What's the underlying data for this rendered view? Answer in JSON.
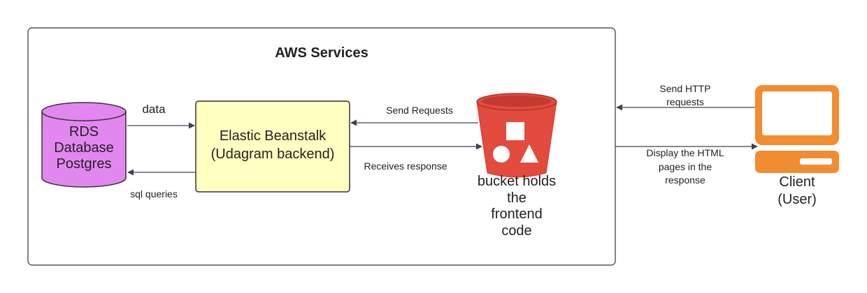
{
  "title": "AWS Services",
  "nodes": {
    "rds": {
      "lines": [
        "RDS",
        "Database",
        "Postgres"
      ],
      "fill": "#e387f0"
    },
    "beanstalk": {
      "lines": [
        "Elastic Beanstalk",
        "(Udagram backend)"
      ],
      "fill": "#ffffc2"
    },
    "bucket": {
      "lines": [
        "bucket holds",
        "the",
        "frontend",
        "code"
      ],
      "fill": "#e34b3e"
    },
    "client": {
      "lines": [
        "Client",
        "(User)"
      ],
      "fill": "#f28c30"
    }
  },
  "edges": {
    "data": "data",
    "sql_queries": "sql queries",
    "send_requests": "Send Requests",
    "receives_response": "Receives response",
    "send_http": [
      "Send HTTP",
      "requests"
    ],
    "display_html": [
      "Display the HTML",
      "pages in the",
      "response"
    ]
  },
  "colors": {
    "stroke": "#333333",
    "arrow": "#3a4350"
  }
}
